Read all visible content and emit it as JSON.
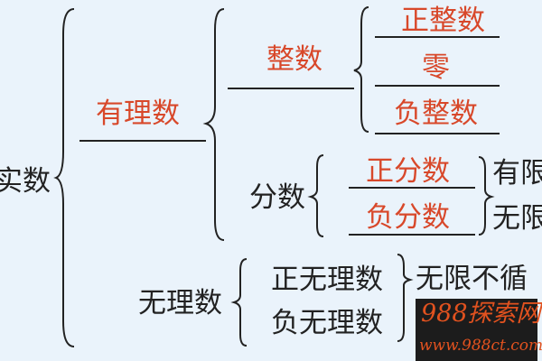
{
  "root": "实数",
  "rational": {
    "label": "有理数",
    "integer": {
      "label": "整数",
      "items": [
        "正整数",
        "零",
        "负整数"
      ]
    },
    "fraction": {
      "label": "分数",
      "items": [
        "正分数",
        "负分数"
      ],
      "notes": [
        "有限",
        "无限"
      ]
    }
  },
  "irrational": {
    "label": "无理数",
    "items": [
      "正无理数",
      "负无理数"
    ],
    "note": "无限不循"
  },
  "watermark": {
    "brand": "988探索网",
    "url": "www.988ct.com"
  }
}
